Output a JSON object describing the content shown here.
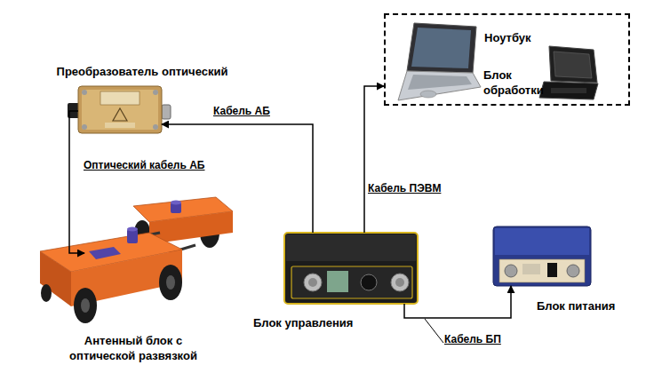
{
  "diagram": {
    "nodes": [
      {
        "text": [
          "Преобразователь оптический"
        ]
      },
      {
        "text": []
      },
      {
        "text": [
          "Ноутбук"
        ],
        "in": 1
      },
      {
        "text": [
          "Блок обработки"
        ],
        "in": 1
      },
      {
        "text": [
          "Антенный блок с оптической развязкой"
        ]
      },
      {
        "text": [
          "Блок управления"
        ]
      },
      {
        "text": [
          "Блок питания"
        ]
      }
    ],
    "edges": [
      {
        "from": 5,
        "to": 0,
        "label": "Кабель АБ",
        "arrow": "to"
      },
      {
        "from": 0,
        "to": 4,
        "label": "Оптический кабель АБ",
        "arrow": "to"
      },
      {
        "from": 5,
        "to": 1,
        "label": "Кабель ПЭВМ",
        "arrow": "to"
      },
      {
        "from": 5,
        "to": 6,
        "label": "Кабель БП",
        "arrow": "to"
      }
    ]
  }
}
